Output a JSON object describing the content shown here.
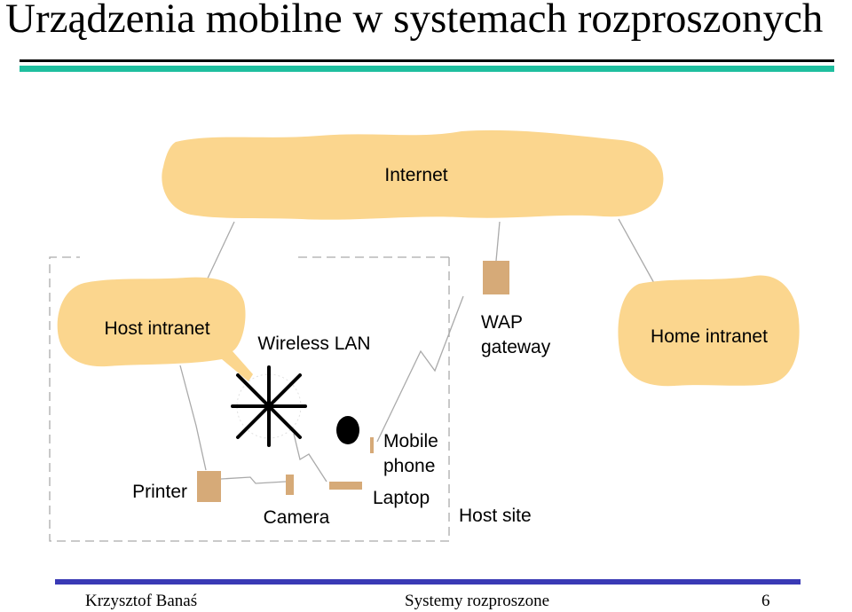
{
  "title": "Urządzenia mobilne w systemach rozproszonych",
  "footer": {
    "author": "Krzysztof Banaś",
    "course": "Systemy rozproszone",
    "page": "6"
  },
  "colors": {
    "cloud": "#fbd68e",
    "device": "#d6aa78",
    "accent_teal": "#1fbf9f",
    "accent_blue": "#3a3ab5"
  },
  "diagram": {
    "internet": "Internet",
    "host_intranet": "Host intranet",
    "wireless_lan": "Wireless LAN",
    "wap_line1": "WAP",
    "wap_line2": "gateway",
    "home_intranet": "Home intranet",
    "printer": "Printer",
    "camera": "Camera",
    "mobile_line1": "Mobile",
    "mobile_line2": "phone",
    "laptop": "Laptop",
    "host_site": "Host site"
  },
  "icons": [
    "antenna-icon",
    "printer-icon",
    "camera-icon",
    "laptop-icon",
    "mobile-phone-icon",
    "wap-gateway-icon"
  ]
}
